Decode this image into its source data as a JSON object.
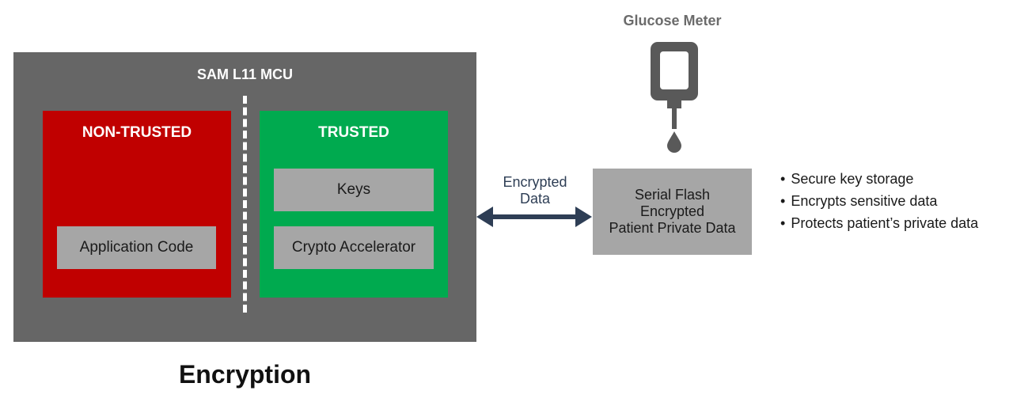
{
  "diagram": {
    "mcu_title": "SAM L11 MCU",
    "non_trusted": {
      "title": "NON-TRUSTED",
      "app_code": "Application Code"
    },
    "trusted": {
      "title": "TRUSTED",
      "keys": "Keys",
      "crypto": "Crypto Accelerator"
    },
    "arrow_label": [
      "Encrypted",
      "Data"
    ],
    "device_label": "Glucose Meter",
    "flash": [
      "Serial Flash",
      "Encrypted",
      "Patient Private Data"
    ],
    "features": [
      "Secure key storage",
      "Encrypts sensitive data",
      "Protects patient’s private data"
    ],
    "caption": "Encryption"
  },
  "colors": {
    "mcu_bg": "#666666",
    "non_trusted": "#c00000",
    "trusted": "#00aa4f",
    "inner_box": "#a6a6a6",
    "arrow": "#2e3e55",
    "meter_icon": "#595959"
  },
  "icons": {
    "meter": "glucose-meter-icon",
    "drop": "blood-drop-icon",
    "arrow": "double-arrow-icon"
  }
}
